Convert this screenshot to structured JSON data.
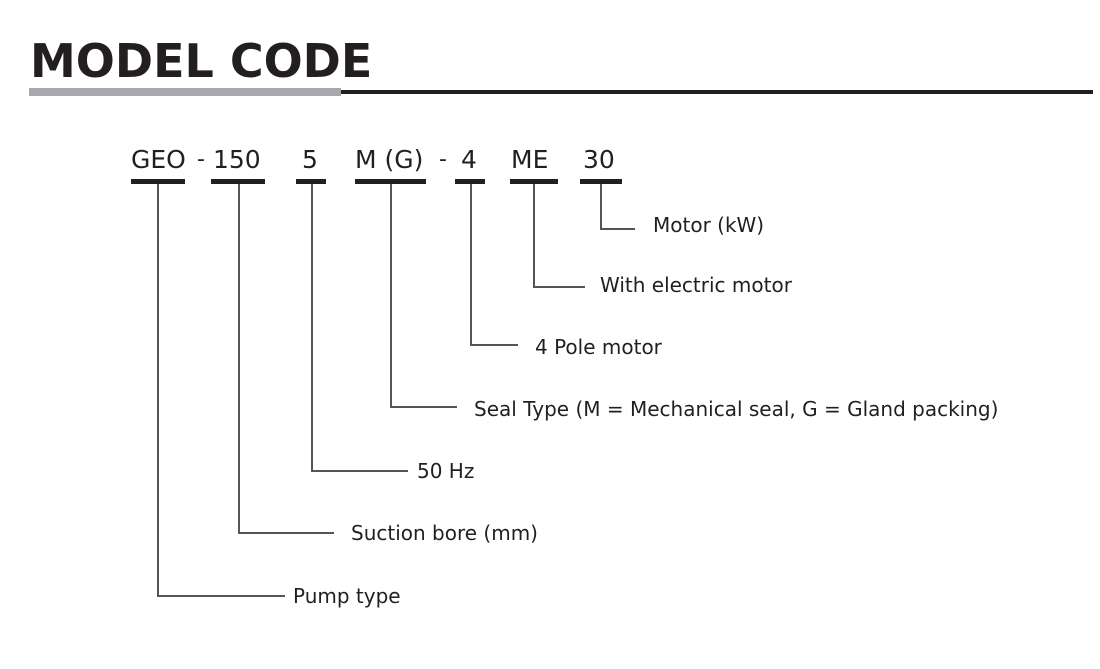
{
  "title": "MODEL CODE",
  "code_segments": [
    {
      "code": "GEO",
      "description": "Pump type"
    },
    {
      "code": "150",
      "description": "Suction bore (mm)"
    },
    {
      "code": "5",
      "description": "50 Hz"
    },
    {
      "code": "M (G)",
      "description": "Seal Type (M = Mechanical seal, G = Gland packing)"
    },
    {
      "code": "4",
      "description": "4 Pole motor"
    },
    {
      "code": "ME",
      "description": "With electric motor"
    },
    {
      "code": "30",
      "description": "Motor (kW)"
    }
  ],
  "separators": [
    "-",
    "-"
  ]
}
